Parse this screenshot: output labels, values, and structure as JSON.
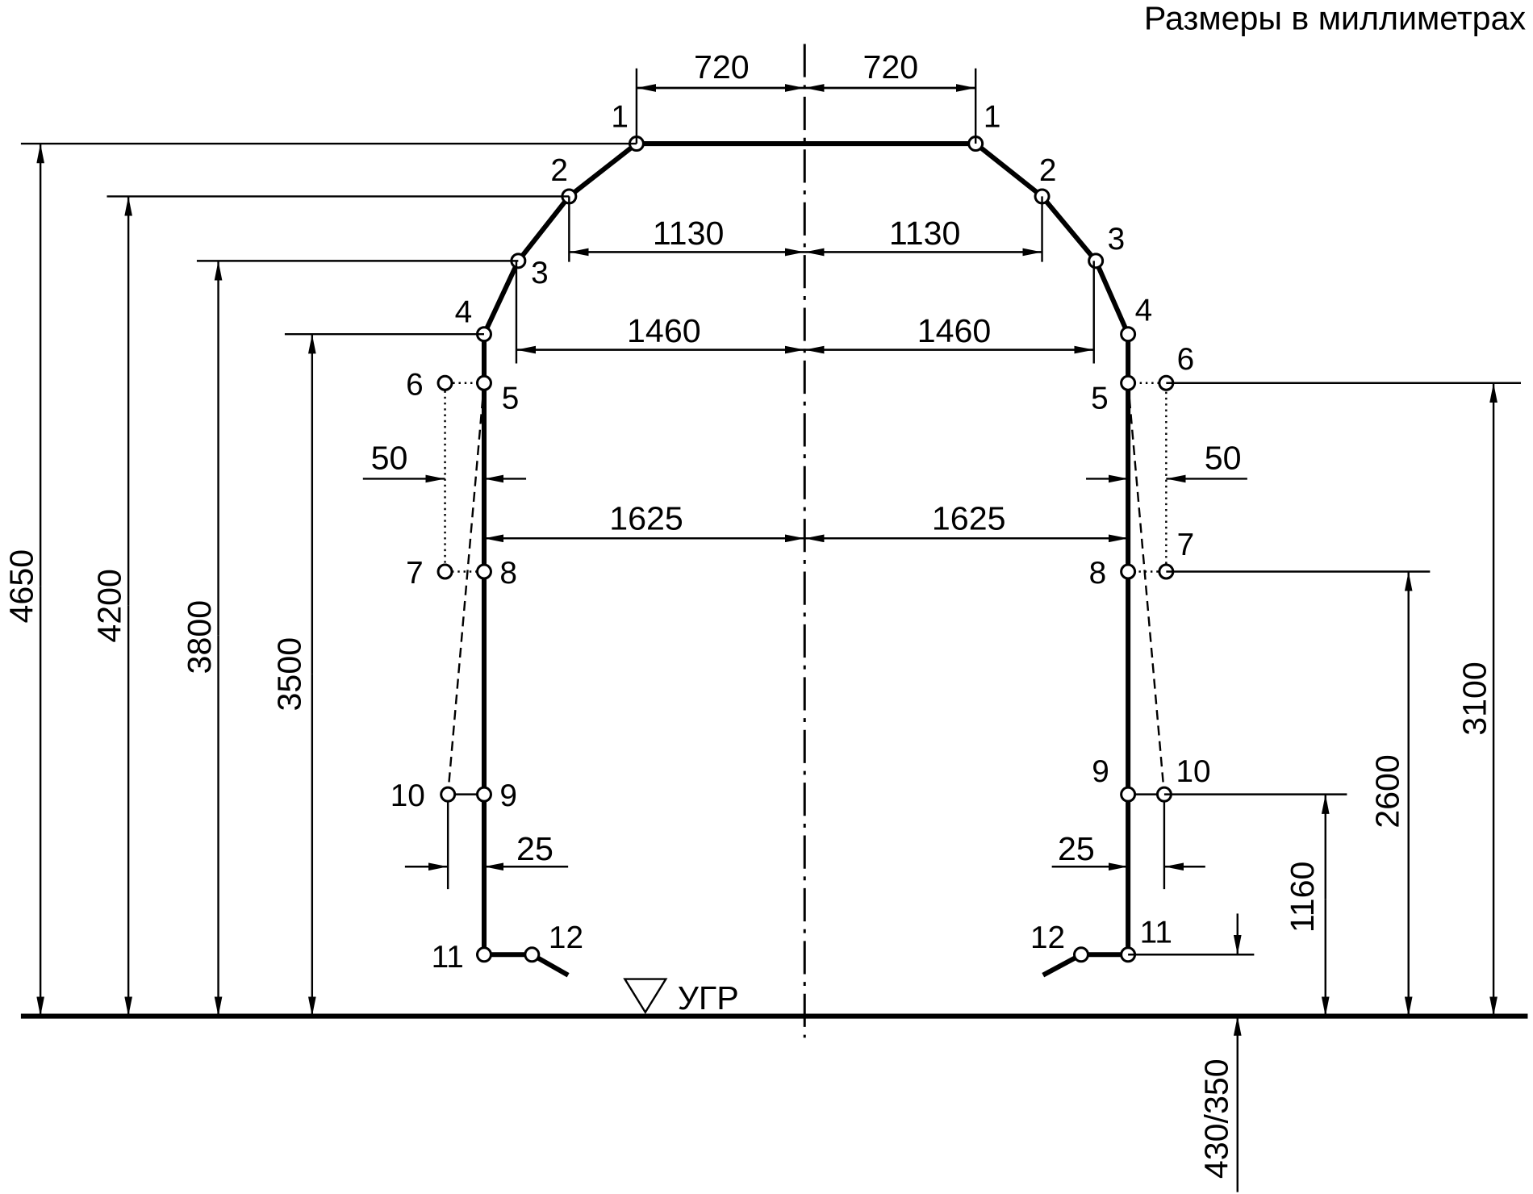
{
  "title": "Размеры в миллиметрах",
  "ground_label": "УГР",
  "points": [
    "1",
    "2",
    "3",
    "4",
    "5",
    "6",
    "7",
    "8",
    "9",
    "10",
    "11",
    "12"
  ],
  "dimensions": {
    "top_half_width": "720",
    "p2_half_width": "1130",
    "p3_half_width": "1460",
    "p8_half_width": "1625",
    "offset_upper": "50",
    "offset_lower": "25",
    "h_p1": "4650",
    "h_p2": "4200",
    "h_p3": "3800",
    "h_p4": "3500",
    "h_p6": "3100",
    "h_p7": "2600",
    "h_p10": "1160",
    "h_p11": "430/350"
  }
}
